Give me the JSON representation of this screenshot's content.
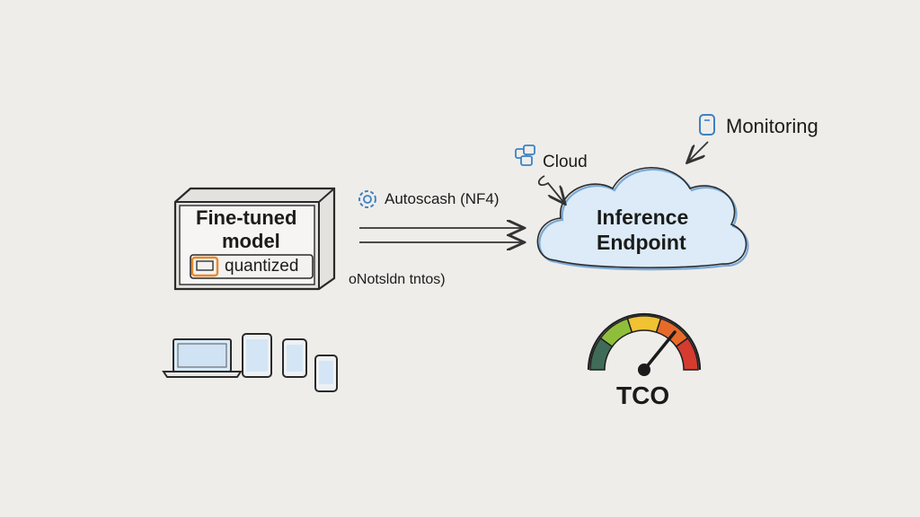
{
  "model_box": {
    "title_line1": "Fine-tuned",
    "title_line2": "model",
    "tag_label": "quantized",
    "tag_accent": "#e8892b"
  },
  "arrows": {
    "label_top": "Autoscash (NF4)",
    "label_bottom": "oNotsldn tntos)"
  },
  "cloud": {
    "label": "Cloud",
    "title_line1": "Inference",
    "title_line2": "Endpoint",
    "fill": "#dcebf7",
    "stroke": "#7aa9d6"
  },
  "monitoring": {
    "label": "Monitoring"
  },
  "gauge": {
    "label": "TCO",
    "segments": [
      "#3f6b58",
      "#8fbf3a",
      "#f1c232",
      "#e86a2a",
      "#d63b2f"
    ]
  },
  "devices": [
    "laptop",
    "tablet",
    "tablet-small",
    "phone"
  ],
  "icon_color": "#3b82c4"
}
